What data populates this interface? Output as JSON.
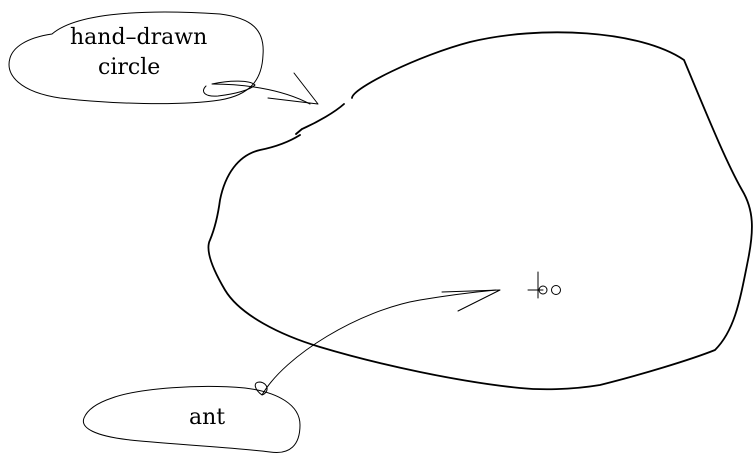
{
  "labels": {
    "circle_line1": "hand–drawn",
    "circle_line2": "circle",
    "ant": "ant"
  },
  "colors": {
    "ink": "#000000",
    "background": "#ffffff"
  }
}
